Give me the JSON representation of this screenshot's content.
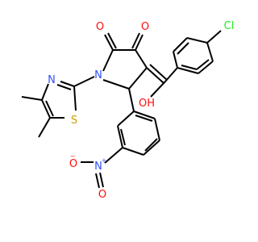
{
  "colors": {
    "bond": "#000000",
    "oxygen": "#ff0d0d",
    "nitrogen": "#3050f8",
    "sulfur": "#c8a000",
    "chlorine": "#1ff01f"
  },
  "atoms": {
    "o1": {
      "symbol": "O"
    },
    "o2": {
      "symbol": "O"
    },
    "o3": {
      "symbol": "O",
      "suffix": "H"
    },
    "o4": {
      "symbol": "O",
      "superscript": "−"
    },
    "o5": {
      "symbol": "O"
    },
    "n1": {
      "symbol": "N"
    },
    "n2": {
      "symbol": "N"
    },
    "n3": {
      "symbol": "N",
      "superscript": "+"
    },
    "s1": {
      "symbol": "S"
    },
    "cl1": {
      "symbol": "Cl"
    }
  }
}
